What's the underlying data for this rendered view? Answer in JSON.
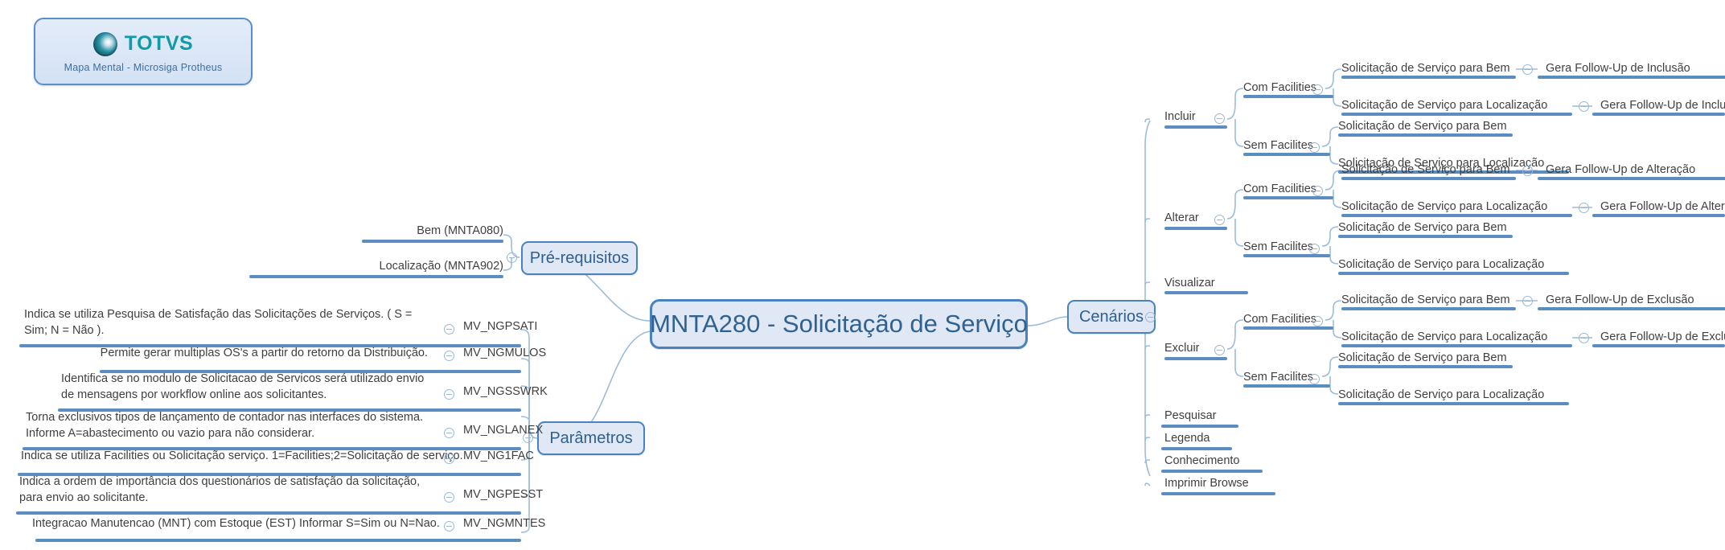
{
  "logo": {
    "brand": "TOTVS",
    "subtitle": "Mapa Mental - Microsiga Protheus",
    "ball_icon": "totvs-sphere-icon"
  },
  "colors": {
    "node_fill": "#dfe8f4",
    "node_border": "#4a82bd",
    "node_text": "#2f5f8f",
    "branch_line": "#5b8dc0",
    "leaf_text": "#3f3f3f",
    "brand_teal": "#0e9aa7",
    "page_bg": "#ffffff"
  },
  "central": {
    "label": "MNTA280 - Solicitação de Serviço"
  },
  "branches": {
    "prerequisitos": {
      "label": "Pré-requisitos",
      "items": [
        {
          "label": "Bem (MNTA080)"
        },
        {
          "label": "Localização (MNTA902)"
        }
      ]
    },
    "parametros": {
      "label": "Parâmetros",
      "items": [
        {
          "description": "Indica se utiliza Pesquisa de Satisfação das Solicitações de Serviços. ( S = Sim; N = Não ).",
          "param": "MV_NGPSATI"
        },
        {
          "description": "Permite gerar multiplas OS's a partir do retorno da Distribuição.",
          "param": "MV_NGMULOS"
        },
        {
          "description": "Identifica se no modulo de Solicitacao de Servicos será utilizado envio de mensagens por workflow online aos solicitantes.",
          "param": "MV_NGSSWRK"
        },
        {
          "description": "Torna exclusivos tipos de lançamento de contador  nas interfaces do sistema. Informe A=abastecimento ou vazio para não considerar.",
          "param": "MV_NGLANEX"
        },
        {
          "description": "Indica se utiliza Facilities ou Solicitação  serviço. 1=Facilities;2=Solicitação de serviço.",
          "param": "MV_NG1FAC"
        },
        {
          "description": "Indica a ordem de importância dos questionários de satisfação da solicitação, para envio ao solicitante.",
          "param": "MV_NGPESST"
        },
        {
          "description": "Integracao Manutencao (MNT) com Estoque (EST) Informar S=Sim ou N=Nao.",
          "param": "MV_NGMNTES"
        }
      ]
    },
    "cenarios": {
      "label": "Cenários",
      "incluir": {
        "label": "Incluir",
        "com_facilities": {
          "label": "Com Facilities",
          "items": [
            {
              "label": "Solicitação de Serviço para Bem",
              "followup": "Gera Follow-Up de Inclusão"
            },
            {
              "label": "Solicitação de Serviço para Localização",
              "followup": "Gera Follow-Up de Inclusão"
            }
          ]
        },
        "sem_facilities": {
          "label": "Sem Facilites",
          "items": [
            {
              "label": "Solicitação de Serviço para Bem"
            },
            {
              "label": "Solicitação de Serviço para Localização"
            }
          ]
        }
      },
      "alterar": {
        "label": "Alterar",
        "com_facilities": {
          "label": "Com Facilities",
          "items": [
            {
              "label": "Solicitação de Serviço para Bem",
              "followup": "Gera Follow-Up de Alteração"
            },
            {
              "label": "Solicitação de Serviço para Localização",
              "followup": "Gera Follow-Up de Alteração"
            }
          ]
        },
        "sem_facilities": {
          "label": "Sem Facilites",
          "items": [
            {
              "label": "Solicitação de Serviço para Bem"
            },
            {
              "label": "Solicitação de Serviço para Localização"
            }
          ]
        }
      },
      "visualizar": {
        "label": "Visualizar"
      },
      "excluir": {
        "label": "Excluir",
        "com_facilities": {
          "label": "Com Facilities",
          "items": [
            {
              "label": "Solicitação de Serviço para Bem",
              "followup": "Gera Follow-Up de Exclusão"
            },
            {
              "label": "Solicitação de Serviço para Localização",
              "followup": "Gera Follow-Up de Exclusão"
            }
          ]
        },
        "sem_facilities": {
          "label": "Sem Facilites",
          "items": [
            {
              "label": "Solicitação de Serviço para Bem"
            },
            {
              "label": "Solicitação de Serviço para Localização"
            }
          ]
        }
      },
      "simple": [
        {
          "label": "Pesquisar"
        },
        {
          "label": "Legenda"
        },
        {
          "label": "Conhecimento"
        },
        {
          "label": "Imprimir Browse"
        }
      ]
    }
  }
}
